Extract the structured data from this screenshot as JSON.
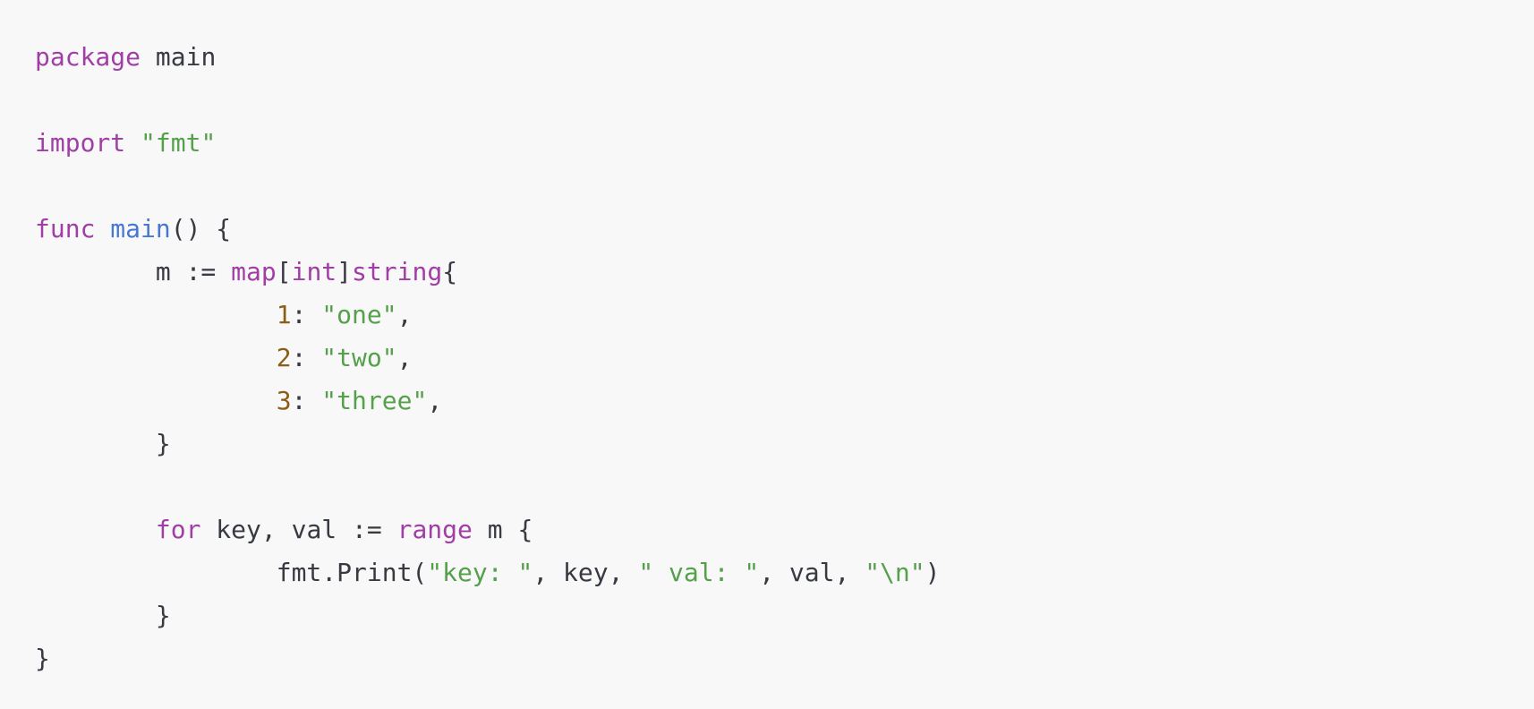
{
  "code": {
    "language": "go",
    "colors": {
      "background": "#f8f8f8",
      "keyword": "#a13ea6",
      "function": "#4678d3",
      "string": "#55a04a",
      "number": "#8b5e14",
      "plain": "#383a42"
    },
    "lines": [
      [
        {
          "t": "keyword",
          "v": "package"
        },
        {
          "t": "plain",
          "v": " main"
        }
      ],
      [],
      [
        {
          "t": "keyword",
          "v": "import"
        },
        {
          "t": "plain",
          "v": " "
        },
        {
          "t": "string",
          "v": "\"fmt\""
        }
      ],
      [],
      [
        {
          "t": "keyword",
          "v": "func"
        },
        {
          "t": "plain",
          "v": " "
        },
        {
          "t": "func",
          "v": "main"
        },
        {
          "t": "punct",
          "v": "() {"
        }
      ],
      [
        {
          "t": "plain",
          "v": "\tm := "
        },
        {
          "t": "keyword",
          "v": "map"
        },
        {
          "t": "punct",
          "v": "["
        },
        {
          "t": "keyword",
          "v": "int"
        },
        {
          "t": "punct",
          "v": "]"
        },
        {
          "t": "keyword",
          "v": "string"
        },
        {
          "t": "punct",
          "v": "{"
        }
      ],
      [
        {
          "t": "plain",
          "v": "\t\t"
        },
        {
          "t": "number",
          "v": "1"
        },
        {
          "t": "punct",
          "v": ": "
        },
        {
          "t": "string",
          "v": "\"one\""
        },
        {
          "t": "punct",
          "v": ","
        }
      ],
      [
        {
          "t": "plain",
          "v": "\t\t"
        },
        {
          "t": "number",
          "v": "2"
        },
        {
          "t": "punct",
          "v": ": "
        },
        {
          "t": "string",
          "v": "\"two\""
        },
        {
          "t": "punct",
          "v": ","
        }
      ],
      [
        {
          "t": "plain",
          "v": "\t\t"
        },
        {
          "t": "number",
          "v": "3"
        },
        {
          "t": "punct",
          "v": ": "
        },
        {
          "t": "string",
          "v": "\"three\""
        },
        {
          "t": "punct",
          "v": ","
        }
      ],
      [
        {
          "t": "plain",
          "v": "\t}"
        }
      ],
      [],
      [
        {
          "t": "plain",
          "v": "\t"
        },
        {
          "t": "keyword",
          "v": "for"
        },
        {
          "t": "plain",
          "v": " key, val := "
        },
        {
          "t": "keyword",
          "v": "range"
        },
        {
          "t": "plain",
          "v": " m {"
        }
      ],
      [
        {
          "t": "plain",
          "v": "\t\tfmt.Print("
        },
        {
          "t": "string",
          "v": "\"key: \""
        },
        {
          "t": "plain",
          "v": ", key, "
        },
        {
          "t": "string",
          "v": "\" val: \""
        },
        {
          "t": "plain",
          "v": ", val, "
        },
        {
          "t": "string",
          "v": "\"\\n\""
        },
        {
          "t": "plain",
          "v": ")"
        }
      ],
      [
        {
          "t": "plain",
          "v": "\t}"
        }
      ],
      [
        {
          "t": "plain",
          "v": "}"
        }
      ]
    ]
  }
}
